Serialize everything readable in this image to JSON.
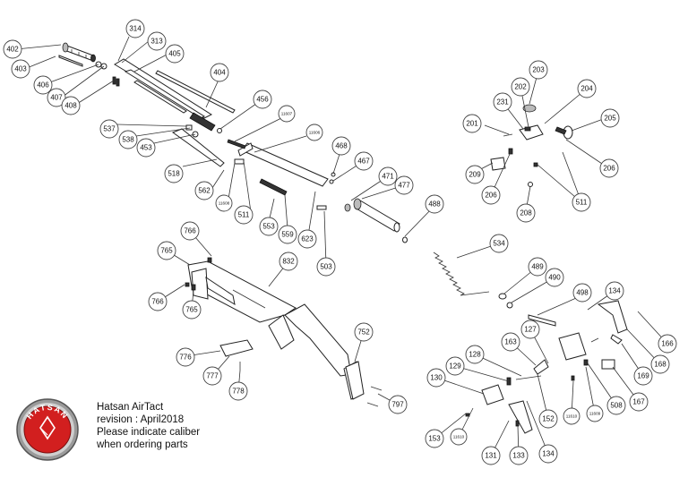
{
  "brand": {
    "logo_text": "HATSAN"
  },
  "caption": {
    "model": "Hatsan AirTact",
    "revision": "revision : April2018",
    "note_line1": "Please indicate caliber",
    "note_line2": "when ordering parts"
  },
  "callouts": [
    {
      "id": "402",
      "label": "402"
    },
    {
      "id": "403",
      "label": "403"
    },
    {
      "id": "406",
      "label": "406"
    },
    {
      "id": "407",
      "label": "407"
    },
    {
      "id": "408",
      "label": "408"
    },
    {
      "id": "314",
      "label": "314"
    },
    {
      "id": "313",
      "label": "313"
    },
    {
      "id": "405",
      "label": "405"
    },
    {
      "id": "404",
      "label": "404"
    },
    {
      "id": "456",
      "label": "456"
    },
    {
      "id": "11607",
      "label": "11607"
    },
    {
      "id": "11606",
      "label": "11606"
    },
    {
      "id": "537",
      "label": "537"
    },
    {
      "id": "538",
      "label": "538"
    },
    {
      "id": "453",
      "label": "453"
    },
    {
      "id": "518",
      "label": "518"
    },
    {
      "id": "562",
      "label": "562"
    },
    {
      "id": "11608",
      "label": "11608"
    },
    {
      "id": "511a",
      "label": "511"
    },
    {
      "id": "553",
      "label": "553"
    },
    {
      "id": "559",
      "label": "559"
    },
    {
      "id": "623",
      "label": "623"
    },
    {
      "id": "468",
      "label": "468"
    },
    {
      "id": "467",
      "label": "467"
    },
    {
      "id": "471",
      "label": "471"
    },
    {
      "id": "477",
      "label": "477"
    },
    {
      "id": "488",
      "label": "488"
    },
    {
      "id": "503",
      "label": "503"
    },
    {
      "id": "534",
      "label": "534"
    },
    {
      "id": "489",
      "label": "489"
    },
    {
      "id": "490",
      "label": "490"
    },
    {
      "id": "498",
      "label": "498"
    },
    {
      "id": "203",
      "label": "203"
    },
    {
      "id": "202",
      "label": "202"
    },
    {
      "id": "204",
      "label": "204"
    },
    {
      "id": "231",
      "label": "231"
    },
    {
      "id": "201",
      "label": "201"
    },
    {
      "id": "205",
      "label": "205"
    },
    {
      "id": "206a",
      "label": "206"
    },
    {
      "id": "209",
      "label": "209"
    },
    {
      "id": "206b",
      "label": "206"
    },
    {
      "id": "208",
      "label": "208"
    },
    {
      "id": "511b",
      "label": "511"
    },
    {
      "id": "766a",
      "label": "766"
    },
    {
      "id": "765a",
      "label": "765"
    },
    {
      "id": "832",
      "label": "832"
    },
    {
      "id": "766b",
      "label": "766"
    },
    {
      "id": "765b",
      "label": "765"
    },
    {
      "id": "776",
      "label": "776"
    },
    {
      "id": "777",
      "label": "777"
    },
    {
      "id": "778",
      "label": "778"
    },
    {
      "id": "752",
      "label": "752"
    },
    {
      "id": "797",
      "label": "797"
    },
    {
      "id": "134a",
      "label": "134"
    },
    {
      "id": "166",
      "label": "166"
    },
    {
      "id": "168",
      "label": "168"
    },
    {
      "id": "169",
      "label": "169"
    },
    {
      "id": "167",
      "label": "167"
    },
    {
      "id": "508",
      "label": "508"
    },
    {
      "id": "11609",
      "label": "11609"
    },
    {
      "id": "11610a",
      "label": "11610"
    },
    {
      "id": "152",
      "label": "152"
    },
    {
      "id": "127",
      "label": "127"
    },
    {
      "id": "163",
      "label": "163"
    },
    {
      "id": "128",
      "label": "128"
    },
    {
      "id": "129",
      "label": "129"
    },
    {
      "id": "130",
      "label": "130"
    },
    {
      "id": "153",
      "label": "153"
    },
    {
      "id": "11610b",
      "label": "11610"
    },
    {
      "id": "131",
      "label": "131"
    },
    {
      "id": "133",
      "label": "133"
    },
    {
      "id": "134b",
      "label": "134"
    }
  ]
}
